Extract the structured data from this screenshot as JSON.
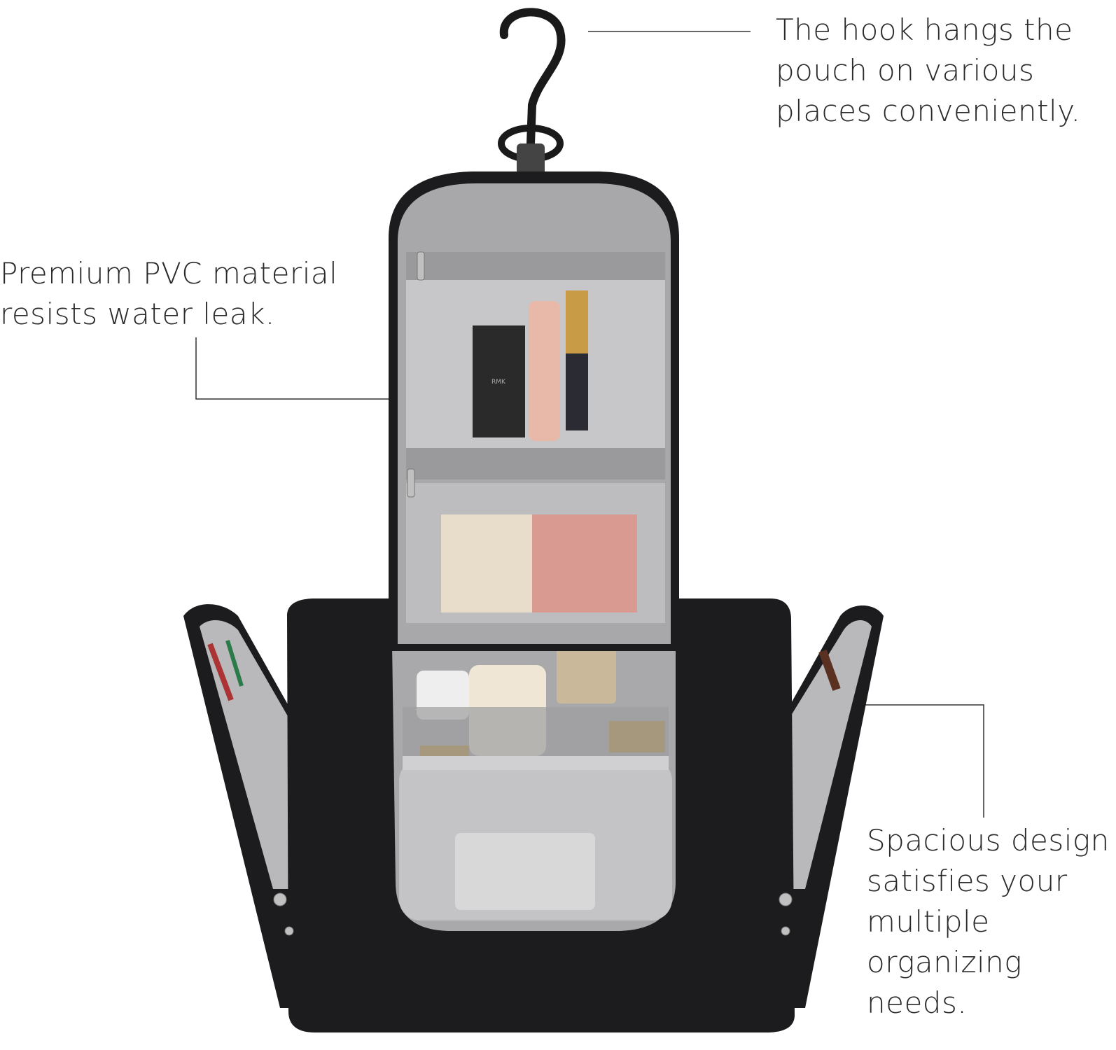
{
  "callouts": {
    "hook": {
      "lines": [
        "The hook hangs the",
        "pouch on various",
        "places conveniently."
      ]
    },
    "pvc": {
      "lines": [
        "Premium PVC material",
        "resists water leak."
      ]
    },
    "spacious": {
      "lines": [
        "Spacious design",
        "satisfies your",
        "multiple",
        "organizing",
        "needs."
      ]
    }
  },
  "product": {
    "compact_brand": "RMK"
  },
  "colors": {
    "bag_black": "#1c1c1e",
    "lining_gray": "#b9b9bb",
    "text": "#2a2a2a",
    "leader_line": "#333333"
  }
}
